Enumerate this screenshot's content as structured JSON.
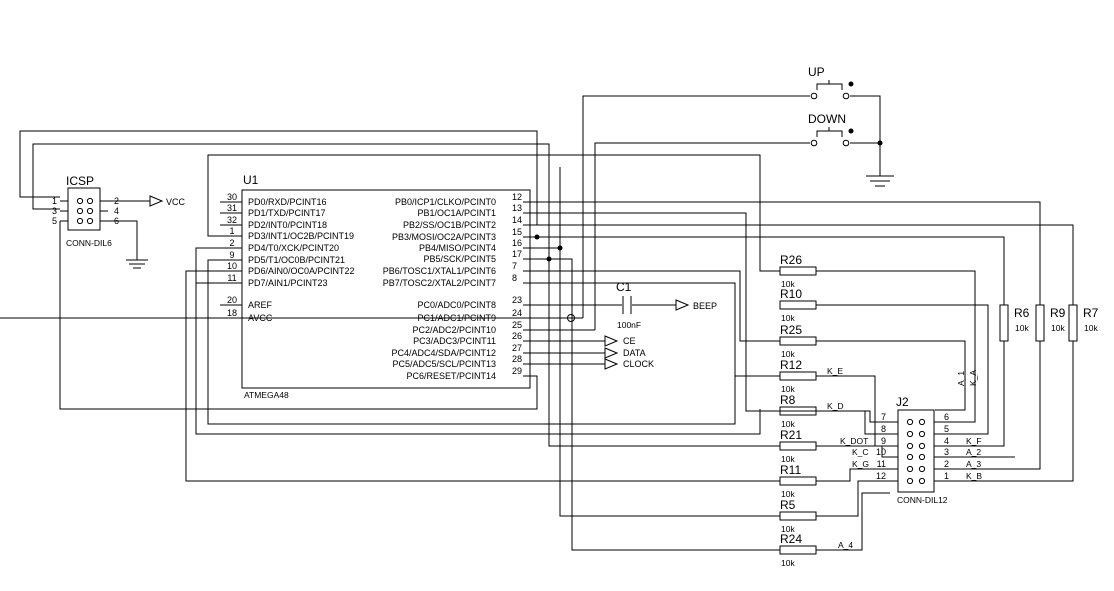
{
  "u1": {
    "ref": "U1",
    "part": "ATMEGA48",
    "left_pins": [
      {
        "num": "30",
        "name": "PD0/RXD/PCINT16"
      },
      {
        "num": "31",
        "name": "PD1/TXD/PCINT17"
      },
      {
        "num": "32",
        "name": "PD2/INT0/PCINT18"
      },
      {
        "num": "1",
        "name": "PD3/INT1/OC2B/PCINT19"
      },
      {
        "num": "2",
        "name": "PD4/T0/XCK/PCINT20"
      },
      {
        "num": "9",
        "name": "PD5/T1/OC0B/PCINT21"
      },
      {
        "num": "10",
        "name": "PD6/AIN0/OC0A/PCINT22"
      },
      {
        "num": "11",
        "name": "PD7/AIN1/PCINT23"
      },
      {
        "num": "20",
        "name": "AREF"
      },
      {
        "num": "18",
        "name": "AVCC"
      }
    ],
    "right_pins": [
      {
        "num": "12",
        "name": "PB0/ICP1/CLKO/PCINT0"
      },
      {
        "num": "13",
        "name": "PB1/OC1A/PCINT1"
      },
      {
        "num": "14",
        "name": "PB2/SS/OC1B/PCINT2"
      },
      {
        "num": "15",
        "name": "PB3/MOSI/OC2A/PCINT3"
      },
      {
        "num": "16",
        "name": "PB4/MISO/PCINT4"
      },
      {
        "num": "17",
        "name": "PB5/SCK/PCINT5"
      },
      {
        "num": "7",
        "name": "PB6/TOSC1/XTAL1/PCINT6"
      },
      {
        "num": "8",
        "name": "PB7/TOSC2/XTAL2/PCINT7"
      },
      {
        "num": "23",
        "name": "PC0/ADC0/PCINT8"
      },
      {
        "num": "24",
        "name": "PC1/ADC1/PCINT9"
      },
      {
        "num": "25",
        "name": "PC2/ADC2/PCINT10"
      },
      {
        "num": "26",
        "name": "PC3/ADC3/PCINT11"
      },
      {
        "num": "27",
        "name": "PC4/ADC4/SDA/PCINT12"
      },
      {
        "num": "28",
        "name": "PC5/ADC5/SCL/PCINT13"
      },
      {
        "num": "29",
        "name": "PC6/RESET/PCINT14"
      }
    ]
  },
  "icsp": {
    "ref": "ICSP",
    "part": "CONN-DIL6",
    "left_nums": [
      "1",
      "3",
      "5"
    ],
    "right_nums": [
      "2",
      "4",
      "6"
    ],
    "vcc": "VCC"
  },
  "switches": {
    "up": "UP",
    "down": "DOWN"
  },
  "c1": {
    "ref": "C1",
    "value": "100nF"
  },
  "beep": "BEEP",
  "outputs": [
    "CE",
    "DATA",
    "CLOCK"
  ],
  "resistors": [
    {
      "ref": "R26",
      "value": "10k"
    },
    {
      "ref": "R10",
      "value": "10k"
    },
    {
      "ref": "R25",
      "value": "10k"
    },
    {
      "ref": "R12",
      "value": "10k"
    },
    {
      "ref": "R8",
      "value": "10k"
    },
    {
      "ref": "R21",
      "value": "10k"
    },
    {
      "ref": "R11",
      "value": "10k"
    },
    {
      "ref": "R5",
      "value": "10k"
    },
    {
      "ref": "R24",
      "value": "10k"
    }
  ],
  "vresistors": [
    {
      "ref": "R6",
      "value": "10k"
    },
    {
      "ref": "R9",
      "value": "10k"
    },
    {
      "ref": "R7",
      "value": "10k"
    }
  ],
  "j2": {
    "ref": "J2",
    "part": "CONN-DIL12",
    "left_nums": [
      "7",
      "8",
      "9",
      "10",
      "11",
      "12"
    ],
    "right_nums": [
      "6",
      "5",
      "4",
      "3",
      "2",
      "1"
    ]
  },
  "net_labels": {
    "k_e": "K_E",
    "k_d": "K_D",
    "k_dot": "K_DOT",
    "k_c": "K_C",
    "k_g": "K_G",
    "a_4": "A_4",
    "a_1": "A_1",
    "k_a": "K_A",
    "k_f": "K_F",
    "a_2": "A_2",
    "a_3": "A_3",
    "k_b": "K_B"
  }
}
